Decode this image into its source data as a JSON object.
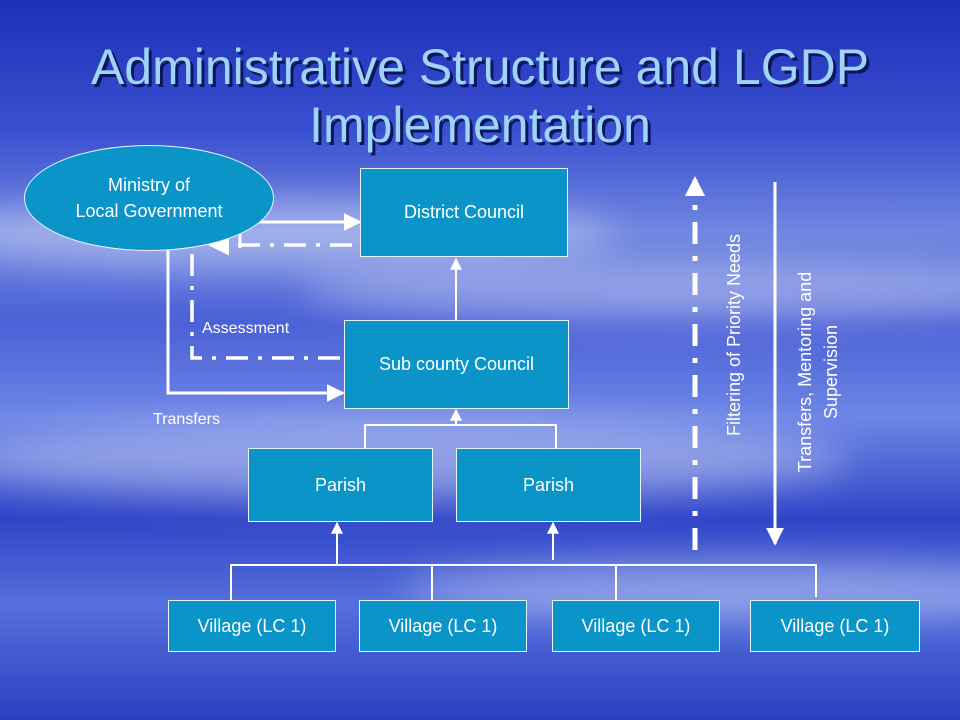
{
  "title": "Administrative Structure and LGDP Implementation",
  "nodes": {
    "ministry": [
      "Ministry of",
      "Local Government"
    ],
    "district_council": "District Council",
    "sub_county_council": "Sub county Council",
    "parish_1": "Parish",
    "parish_2": "Parish",
    "village_1": "Village (LC 1)",
    "village_2": "Village (LC 1)",
    "village_3": "Village (LC 1)",
    "village_4": "Village (LC 1)"
  },
  "labels": {
    "assessment": "Assessment",
    "transfers": "Transfers",
    "filtering": "Filtering of Priority Needs",
    "tms": [
      "Transfers, Mentoring and",
      "Supervision"
    ]
  },
  "colors": {
    "box_fill": "#0b94c7",
    "title": "#9fd3f7",
    "lines": "#ffffff"
  }
}
